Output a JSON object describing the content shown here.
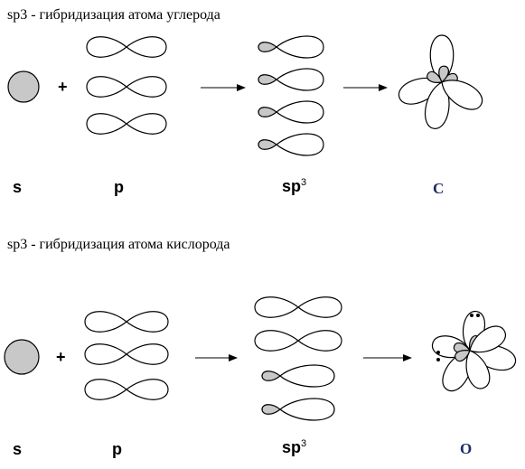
{
  "carbon": {
    "title": "sp3 - гибридизация атома углерода",
    "label_s": "s",
    "label_p": "p",
    "label_sp3": "sp",
    "label_sp3_sup": "3",
    "label_atom": "C",
    "plus": "+"
  },
  "oxygen": {
    "title": "sp3 - гибридизация атома кислорода",
    "label_s": "s",
    "label_p": "p",
    "label_sp3": "sp",
    "label_sp3_sup": "3",
    "label_atom": "O",
    "plus": "+"
  },
  "colors": {
    "shaded": "#c8c8c8",
    "outline": "#000000",
    "atom_label": "#1f2a6b"
  }
}
